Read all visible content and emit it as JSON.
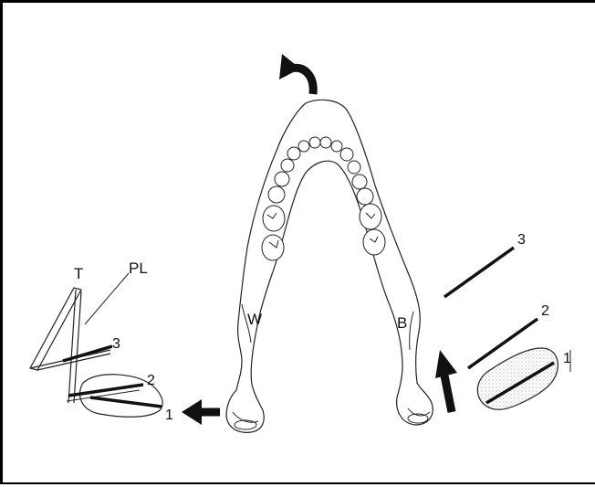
{
  "labels": {
    "T": "T",
    "PL": "PL",
    "left_3": "3",
    "left_2": "2",
    "left_1": "1",
    "W": "W",
    "B": "B",
    "right_3": "3",
    "right_2": "2",
    "right_1": "1"
  },
  "icons": {
    "rotation_arrow": "curved-arrow-icon",
    "left_arrow": "arrow-left-icon",
    "up_arrow": "arrow-up-icon"
  }
}
